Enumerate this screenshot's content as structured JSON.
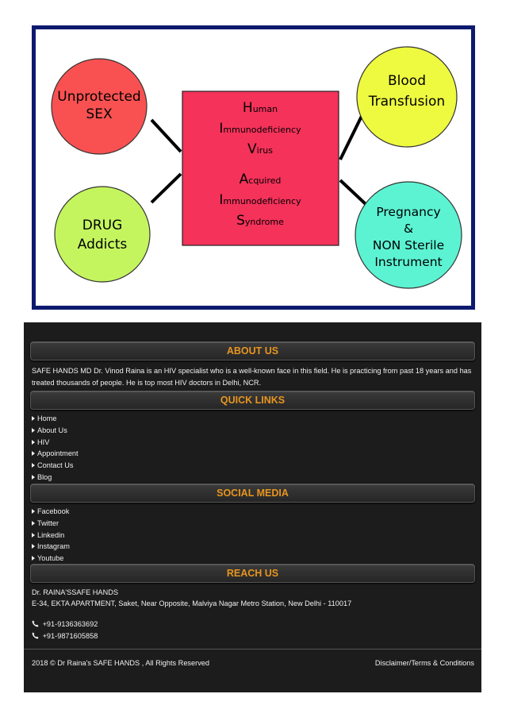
{
  "diagram": {
    "center_lines": [
      {
        "initial": "H",
        "rest": "uman"
      },
      {
        "initial": "I",
        "rest": "mmunodeficiency"
      },
      {
        "initial": "V",
        "rest": "irus"
      },
      {
        "initial": "A",
        "rest": "cquired"
      },
      {
        "initial": "I",
        "rest": "mmunodeficiency"
      },
      {
        "initial": "S",
        "rest": "yndrome"
      }
    ],
    "unprotected_sex": [
      "Unprotected",
      "SEX"
    ],
    "drug_addicts": [
      "DRUG",
      "Addicts"
    ],
    "blood_transfusion": [
      "Blood",
      "Transfusion"
    ],
    "pregnancy": [
      "Pregnancy",
      "&",
      "NON Sterile",
      "Instrument"
    ],
    "colors": {
      "frame": "#0d1a6e",
      "center": "#f4325a",
      "red_circle": "#f95151",
      "green_circle": "#c4f55f",
      "yellow_circle": "#eefa3f",
      "cyan_circle": "#5cf3d3"
    }
  },
  "footer": {
    "about": {
      "title": "ABOUT US",
      "text": "SAFE HANDS MD Dr. Vinod Raina is an HIV specialist who is a well-known face in this field. He is practicing from past 18 years and has treated thousands of people. He is top most HIV doctors in Delhi, NCR."
    },
    "quick_links": {
      "title": "QUICK LINKS",
      "items": [
        "Home",
        "About Us",
        "HIV",
        "Appointment",
        "Contact Us",
        "Blog"
      ]
    },
    "social": {
      "title": "SOCIAL MEDIA",
      "items": [
        "Facebook",
        "Twitter",
        "Linkedin",
        "Instagram",
        "Youtube"
      ]
    },
    "reach": {
      "title": "REACH US",
      "name": "Dr. RAINA'SSAFE HANDS",
      "address": "E-34, EKTA APARTMENT, Saket, Near Opposite, Malviya Nagar Metro Station, New Delhi - 110017",
      "phones": [
        "+91-9136363692",
        "+91-9871605858"
      ]
    },
    "copyright": "2018 © Dr Raina's SAFE HANDS , All Rights Reserved",
    "disclaimer": "Disclaimer/Terms & Conditions"
  }
}
